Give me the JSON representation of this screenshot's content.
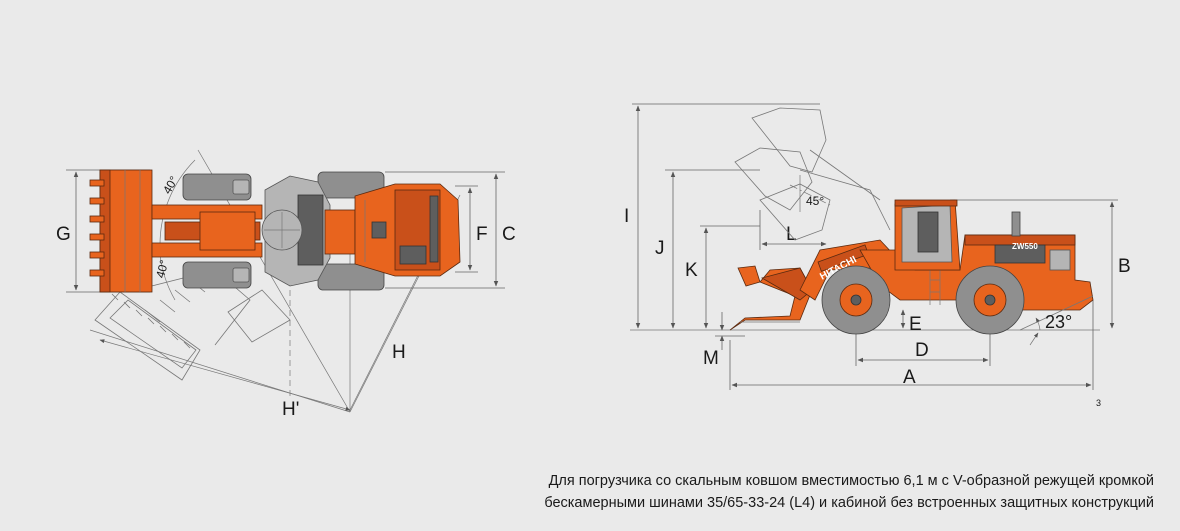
{
  "top_view": {
    "labels": {
      "G": "G",
      "F": "F",
      "C": "C",
      "H": "H",
      "H_prime": "H'"
    },
    "angles": {
      "upper": "40°",
      "lower": "40°"
    }
  },
  "side_view": {
    "labels": {
      "I": "I",
      "J": "J",
      "K": "K",
      "L": "L",
      "B": "B",
      "E": "E",
      "M": "M",
      "D": "D",
      "A": "A"
    },
    "angles": {
      "dump": "45°",
      "departure": "23°"
    },
    "brand_text": "HITACHI",
    "model_text": "ZW550"
  },
  "note_mark": "3",
  "caption": {
    "line1": "Для погрузчика со скальным ковшом вместимостью 6,1 м с V-образной режущей кромкой",
    "line2": "бескамерными шинами 35/65-33-24 (L4) и кабиной без встроенных защитных конструкций"
  },
  "colors": {
    "machine_orange": "#e8641e",
    "tire_grey": "#8f8f8f",
    "background": "#eaeaea"
  }
}
